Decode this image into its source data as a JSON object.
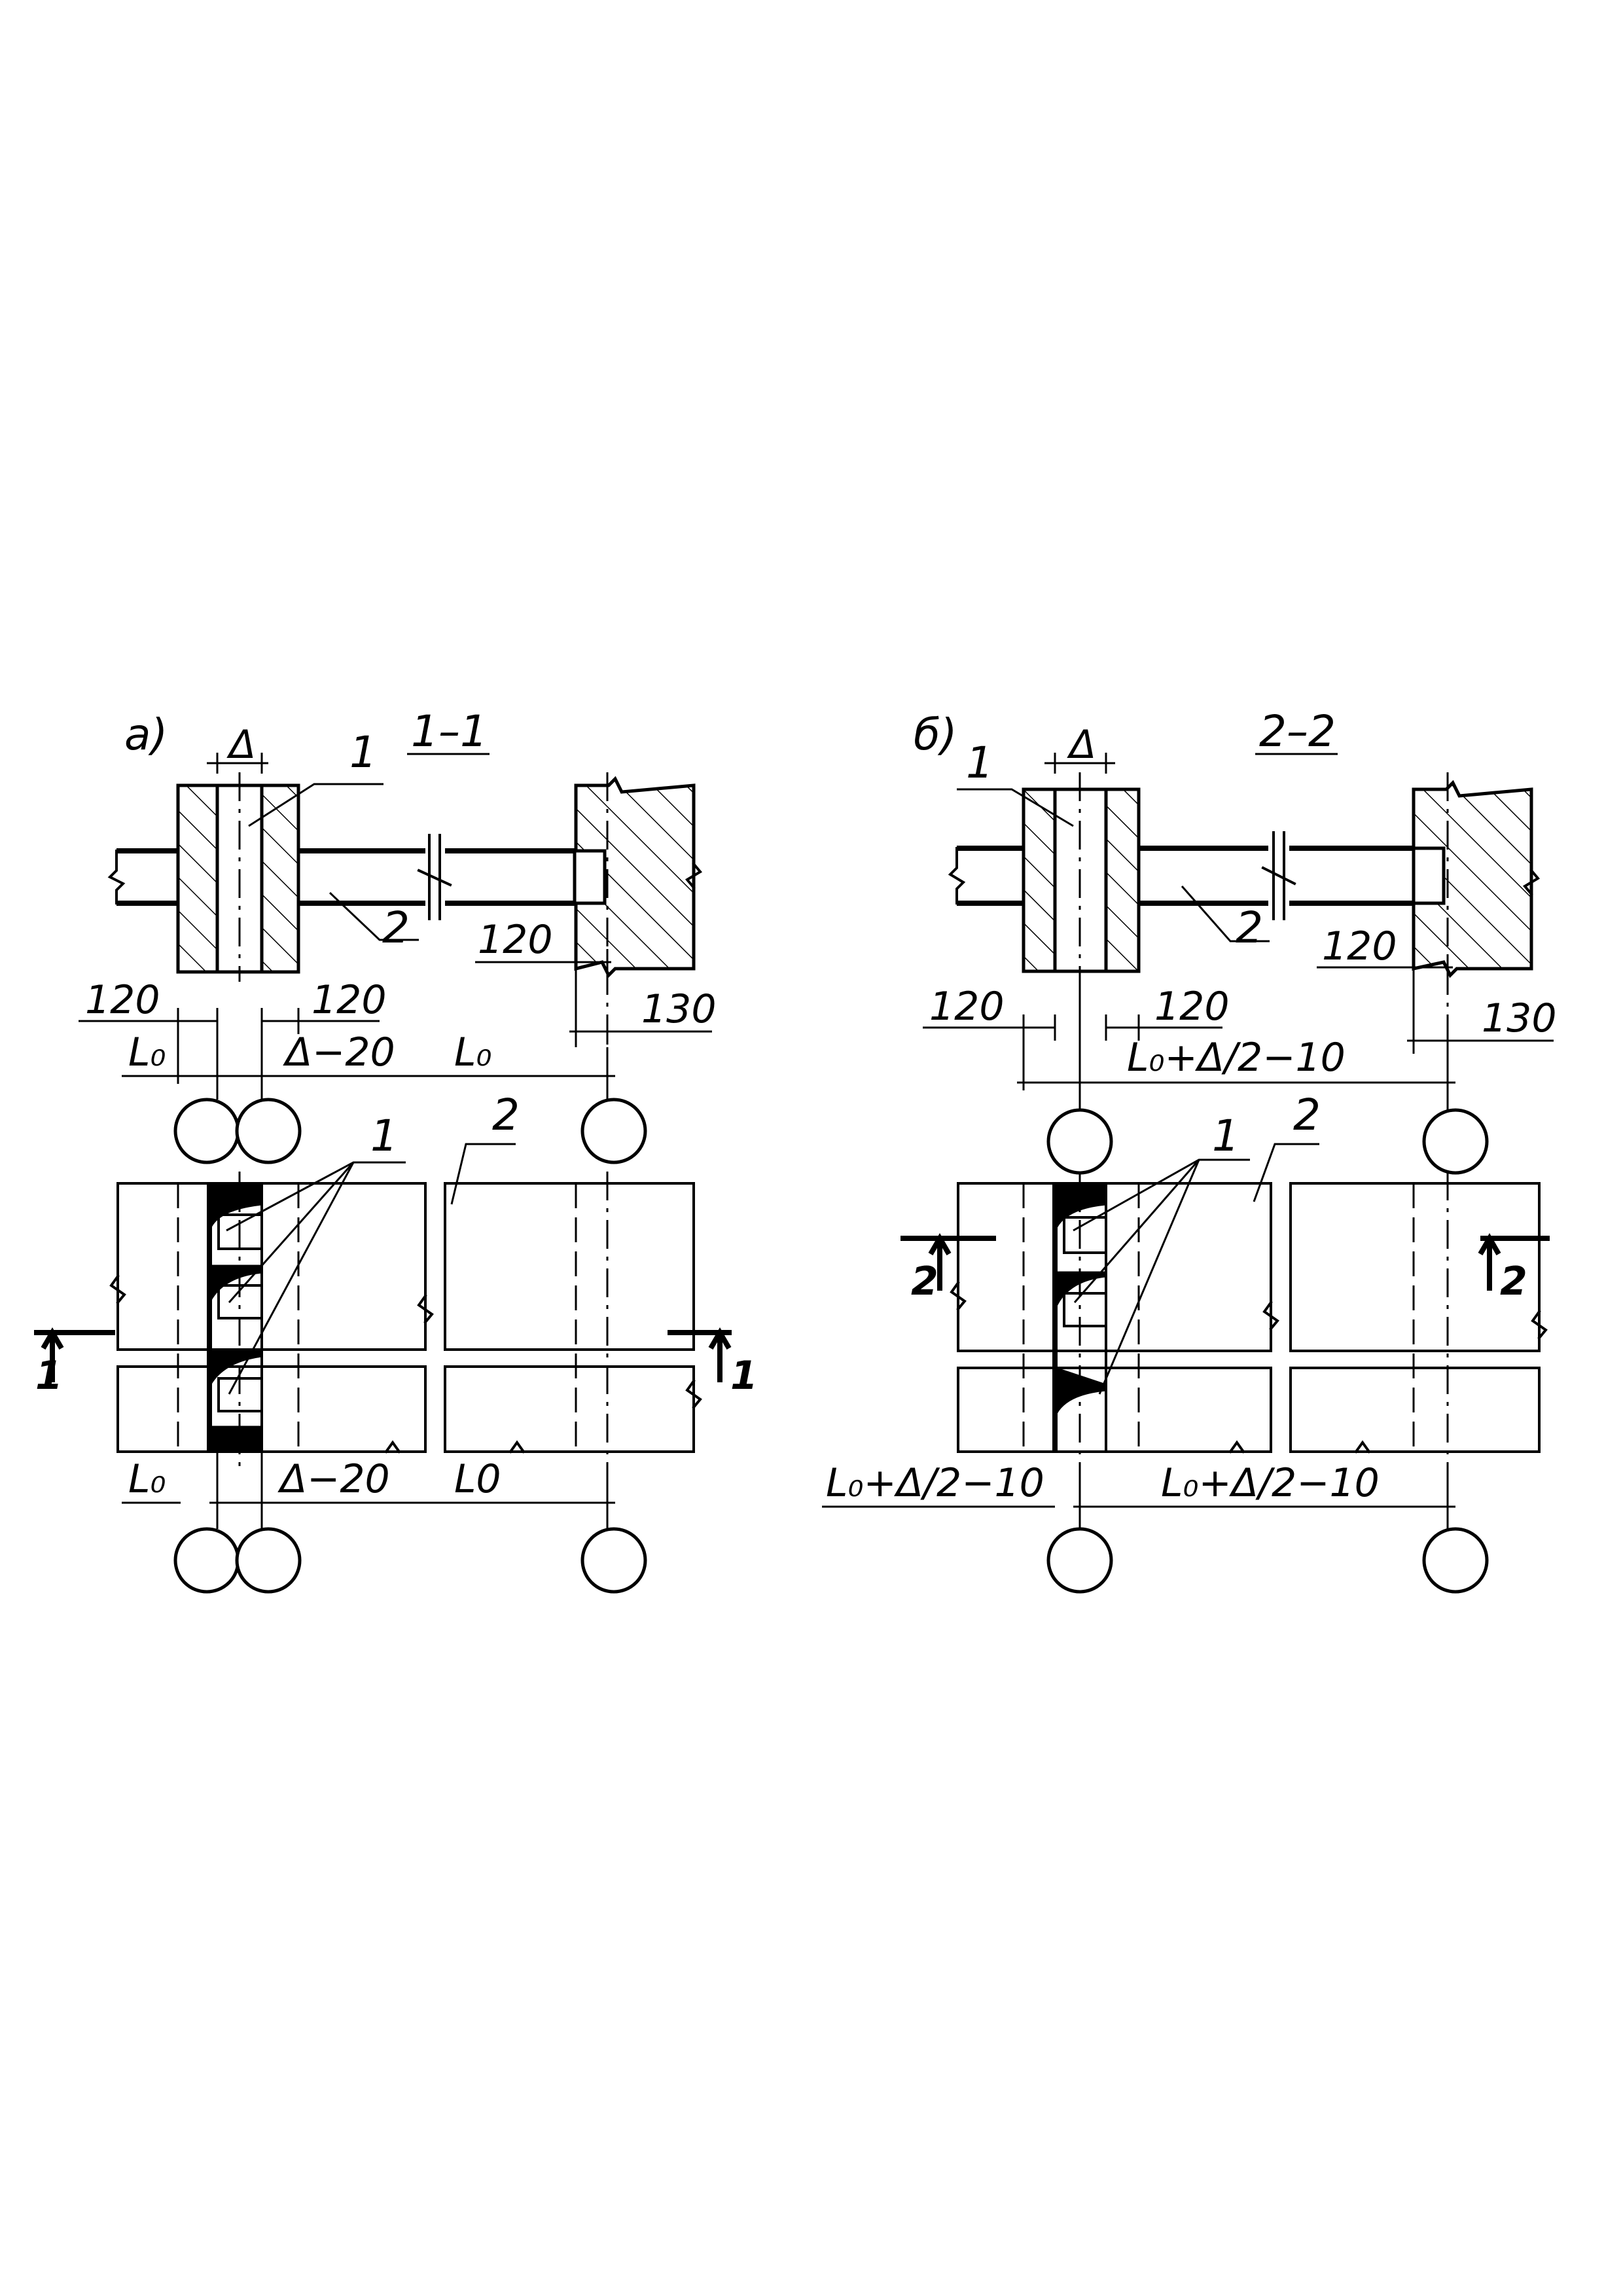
{
  "panel_a": {
    "letter": "a)",
    "section_title": "1–1",
    "callout_1": "1",
    "callout_2": "2",
    "dim_delta": "Δ",
    "dim_120_left": "120",
    "dim_120_right": "120",
    "dim_120_wall": "120",
    "dim_130": "130",
    "dim_l0_left": "L₀",
    "dim_gap": "Δ−20",
    "dim_l0_right": "L₀",
    "plan_callout_1": "1",
    "plan_callout_2": "2",
    "plan_dim_l0_left": "L₀",
    "plan_dim_gap": "Δ−20",
    "plan_dim_l0_right": "L0",
    "cut_mark_left": "1",
    "cut_mark_right": "1"
  },
  "panel_b": {
    "letter": "б)",
    "section_title": "2–2",
    "callout_1": "1",
    "callout_2": "2",
    "dim_delta": "Δ",
    "dim_120_left": "120",
    "dim_120_right": "120",
    "dim_120_wall": "120",
    "dim_130": "130",
    "dim_span": "L₀+Δ/2−10",
    "plan_callout_1": "1",
    "plan_callout_2": "2",
    "plan_dim_left": "L₀+Δ/2−10",
    "plan_dim_right": "L₀+Δ/2−10",
    "cut_mark_left": "2",
    "cut_mark_right": "2"
  }
}
